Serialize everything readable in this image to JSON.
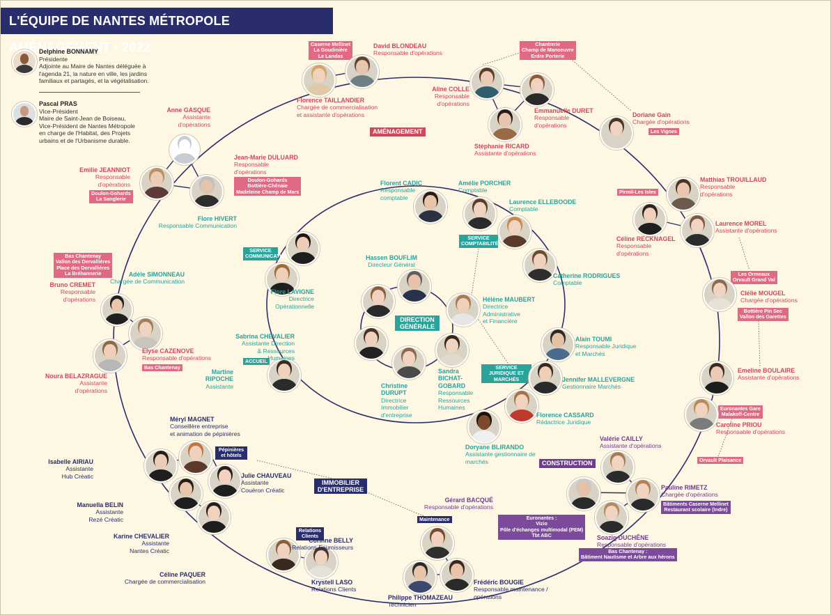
{
  "title": "L'ÉQUIPE DE NANTES MÉTROPOLE AMÉNAGEMENT • 2022",
  "colors": {
    "navy": "#2a2d6b",
    "red": "#d2455b",
    "teal": "#2aa39a",
    "purple": "#6f3d8e",
    "background": "#fdf7e4"
  },
  "sections": {
    "amenagement": "AMÉNAGEMENT",
    "direction": "DIRECTION GÉNÉRALE",
    "construction": "CONSTRUCTION",
    "immobilier": "IMMOBILIER D'ENTREPRISE",
    "service_communication": "SERVICE COMMUNICATION",
    "service_comptabilite": "SERVICE COMPTABILITÉ",
    "service_juridique": "SERVICE JURIDIQUE ET MARCHÉS",
    "accueil": "ACCUEIL",
    "pepinieres": "Pépinières et hôtels",
    "relations_clients": "Relations Clients",
    "maintenance": "Maintenance"
  },
  "people": [
    {
      "id": "bonnamy",
      "name": "Delphine BONNAMY",
      "role": "Présidente\nAdjointe au Maire de Nantes déléguée à\nl'agenda 21, la nature en ville, les jardins\nfamiliaux et partagés, et la végétalisation."
    },
    {
      "id": "pras",
      "name": "Pascal PRAS",
      "role": "Vice-Président\nMaire de Saint-Jean de Boiseau,\nVice-Président de Nantes Métropole\nen charge de l'Habitat, des Projets\nurbains et de l'Urbanisme durable."
    },
    {
      "id": "gasque",
      "name": "Anne GASQUE",
      "role": "Assistante\nd'opérations"
    },
    {
      "id": "taillandier",
      "name": "Florence TAILLANDIER",
      "role": "Chargée de commercialisation\net assistante d'opérations"
    },
    {
      "id": "blondeau",
      "name": "David BLONDEAU",
      "role": "Responsable d'opérations"
    },
    {
      "id": "colle",
      "name": "Aline COLLE",
      "role": "Responsable\nd'opérations"
    },
    {
      "id": "duret",
      "name": "Emmanuelle DURET",
      "role": "Responsable\nd'opérations"
    },
    {
      "id": "ricard",
      "name": "Stéphanie RICARD",
      "role": "Assistante d'opérations"
    },
    {
      "id": "gain",
      "name": "Doriane Gain",
      "role": "Chargée d'opérations"
    },
    {
      "id": "duluard",
      "name": "Jean-Marie DULUARD",
      "role": "Responsable\nd'opérations"
    },
    {
      "id": "jeanniot",
      "name": "Emilie JEANNIOT",
      "role": "Responsable\nd'opérations"
    },
    {
      "id": "trouillaud",
      "name": "Matthias TROUILLAUD",
      "role": "Responsable\nd'opérations"
    },
    {
      "id": "recknagel",
      "name": "Céline RECKNAGEL",
      "role": "Responsable\nd'opérations"
    },
    {
      "id": "morel",
      "name": "Laurence MOREL",
      "role": "Assistante d'opérations"
    },
    {
      "id": "mougel",
      "name": "Clélie MOUGEL",
      "role": "Chargée d'opérations"
    },
    {
      "id": "boulaire",
      "name": "Emeline BOULAIRE",
      "role": "Assistante d'opérations"
    },
    {
      "id": "priou",
      "name": "Caroline PRIOU",
      "role": "Responsable d'opérations"
    },
    {
      "id": "cremet",
      "name": "Bruno CREMET",
      "role": "Responsable\nd'opérations"
    },
    {
      "id": "cazenove",
      "name": "Elyse CAZENOVE",
      "role": "Responsable d'opérations"
    },
    {
      "id": "belazrague",
      "name": "Noura BELAZRAGUE",
      "role": "Assistante\nd'opérations"
    },
    {
      "id": "cadic",
      "name": "Florent CADIC",
      "role": "Responsable\ncomptable"
    },
    {
      "id": "porcher",
      "name": "Amélie PORCHER",
      "role": "Comptable"
    },
    {
      "id": "elleboode",
      "name": "Laurence ELLEBOODE",
      "role": "Comptable"
    },
    {
      "id": "rodrigues",
      "name": "Catherine RODRIGUES",
      "role": "Comptable"
    },
    {
      "id": "hivert",
      "name": "Flore HIVERT",
      "role": "Responsable Communication"
    },
    {
      "id": "simonneau",
      "name": "Adèle SIMONNEAU",
      "role": "Chargée de Communication"
    },
    {
      "id": "bouflim",
      "name": "Hassen BOUFLIM",
      "role": "Directeur Général"
    },
    {
      "id": "lavigne",
      "name": "Flore LAVIGNE",
      "role": "Directrice\nOpérationnelle"
    },
    {
      "id": "maubert",
      "name": "Hélène MAUBERT",
      "role": "Directrice\nAdministrative\net Financière"
    },
    {
      "id": "chevalier_s",
      "name": "Sabrina CHEVALIER",
      "role": "Assistante Direction\n& Ressources\nHumaines"
    },
    {
      "id": "bichat",
      "name": "Sandra\nBICHAT-\nGOBARD",
      "role": "Responsable\nRessources\nHumaines"
    },
    {
      "id": "durupt",
      "name": "Christine\nDURUPT",
      "role": "Directrice\nImmobilier\nd'entreprise"
    },
    {
      "id": "toumi",
      "name": "Alain TOUMI",
      "role": "Responsable Juridique\net Marchés"
    },
    {
      "id": "mallevergne",
      "name": "Jennifer MALLEVERGNE",
      "role": "Gestionnaire Marchés"
    },
    {
      "id": "cassard",
      "name": "Florence CASSARD",
      "role": "Rédactrice Juridique"
    },
    {
      "id": "blirando",
      "name": "Doryane BLIRANDO",
      "role": "Assistante gestionnaire de\nmarchés"
    },
    {
      "id": "ripoche",
      "name": "Martine\nRIPOCHE",
      "role": "Assistante"
    },
    {
      "id": "magnet",
      "name": "Méryl MAGNET",
      "role": "Conseillère entreprise\net animation de pépinières"
    },
    {
      "id": "airiau",
      "name": "Isabelle AIRIAU",
      "role": "Assistante\nHub Créatic"
    },
    {
      "id": "chauveau",
      "name": "Julie CHAUVEAU",
      "role": "Assistante\nCouëron Créatic"
    },
    {
      "id": "belin",
      "name": "Manuella BELIN",
      "role": "Assistante\nRezé Créatic"
    },
    {
      "id": "chevalier_k",
      "name": "Karine CHEVALIER",
      "role": "Assistante\nNantes Créatic"
    },
    {
      "id": "paquer",
      "name": "Céline PAQUER",
      "role": "Chargée de commercialisation"
    },
    {
      "id": "laso",
      "name": "Krystell LASO",
      "role": "Relations Clients"
    },
    {
      "id": "belly",
      "name": "Corinne BELLY",
      "role": "Relations Fournisseurs"
    },
    {
      "id": "thomazeau",
      "name": "Philippe THOMAZEAU",
      "role": "Technicien"
    },
    {
      "id": "bougie",
      "name": "Frédéric BOUGIE",
      "role": "Responsable maintenance /\nopérations"
    },
    {
      "id": "cailly",
      "name": "Valérie CAILLY",
      "role": "Assistante d'opérations"
    },
    {
      "id": "bacque",
      "name": "Gérard BACQUÉ",
      "role": "Responsable d'opérations"
    },
    {
      "id": "rimetz",
      "name": "Pauline RIMETZ",
      "role": "Chargée d'opérations"
    },
    {
      "id": "duchene",
      "name": "Soazig DUCHÊNE",
      "role": "Responsable d'opérations"
    }
  ],
  "projects": {
    "caserne": "Caserne Mellinet\nLa Goudinière\nLe Landas",
    "chantrerie": "Chantrerie\nChamp de Manoeuvre\nErdre Porterie",
    "vignes": "Les Vignes",
    "doulon": "Doulon-Gohards\nBottière-Chênaie\nMadeleine Champ de Mars",
    "doulon2": "Doulon-Gohards\nLa Sanglerie",
    "pirmil": "Pirmil-Les Isles",
    "ormeaux": "Les Ormeaux\nOrvault Grand Val",
    "bottiere": "Bottière Pin Sec\nVallon des Garettes",
    "euronantes": "Euronantes Gare\nMalakoff-Centre",
    "bas_chantenay": "Bas Chantenay\nVallon des Dervallières\nPlace des Dervallières\nLa Bréhannerie",
    "bas_chantenay2": "Bas Chantenay",
    "orvault": "Orvault Plaisance",
    "batiments": "Bâtiments Caserne Mellinet\nRestaurant scolaire (Indre)",
    "euronantes2": "Euronantes :\nVizio\nPôle d'échanges multimodal (PEM)\nTbt ABC",
    "bas_chantenay3": "Bas Chantenay :\nBâtiment Nautisme et Arbre aux hérons"
  }
}
